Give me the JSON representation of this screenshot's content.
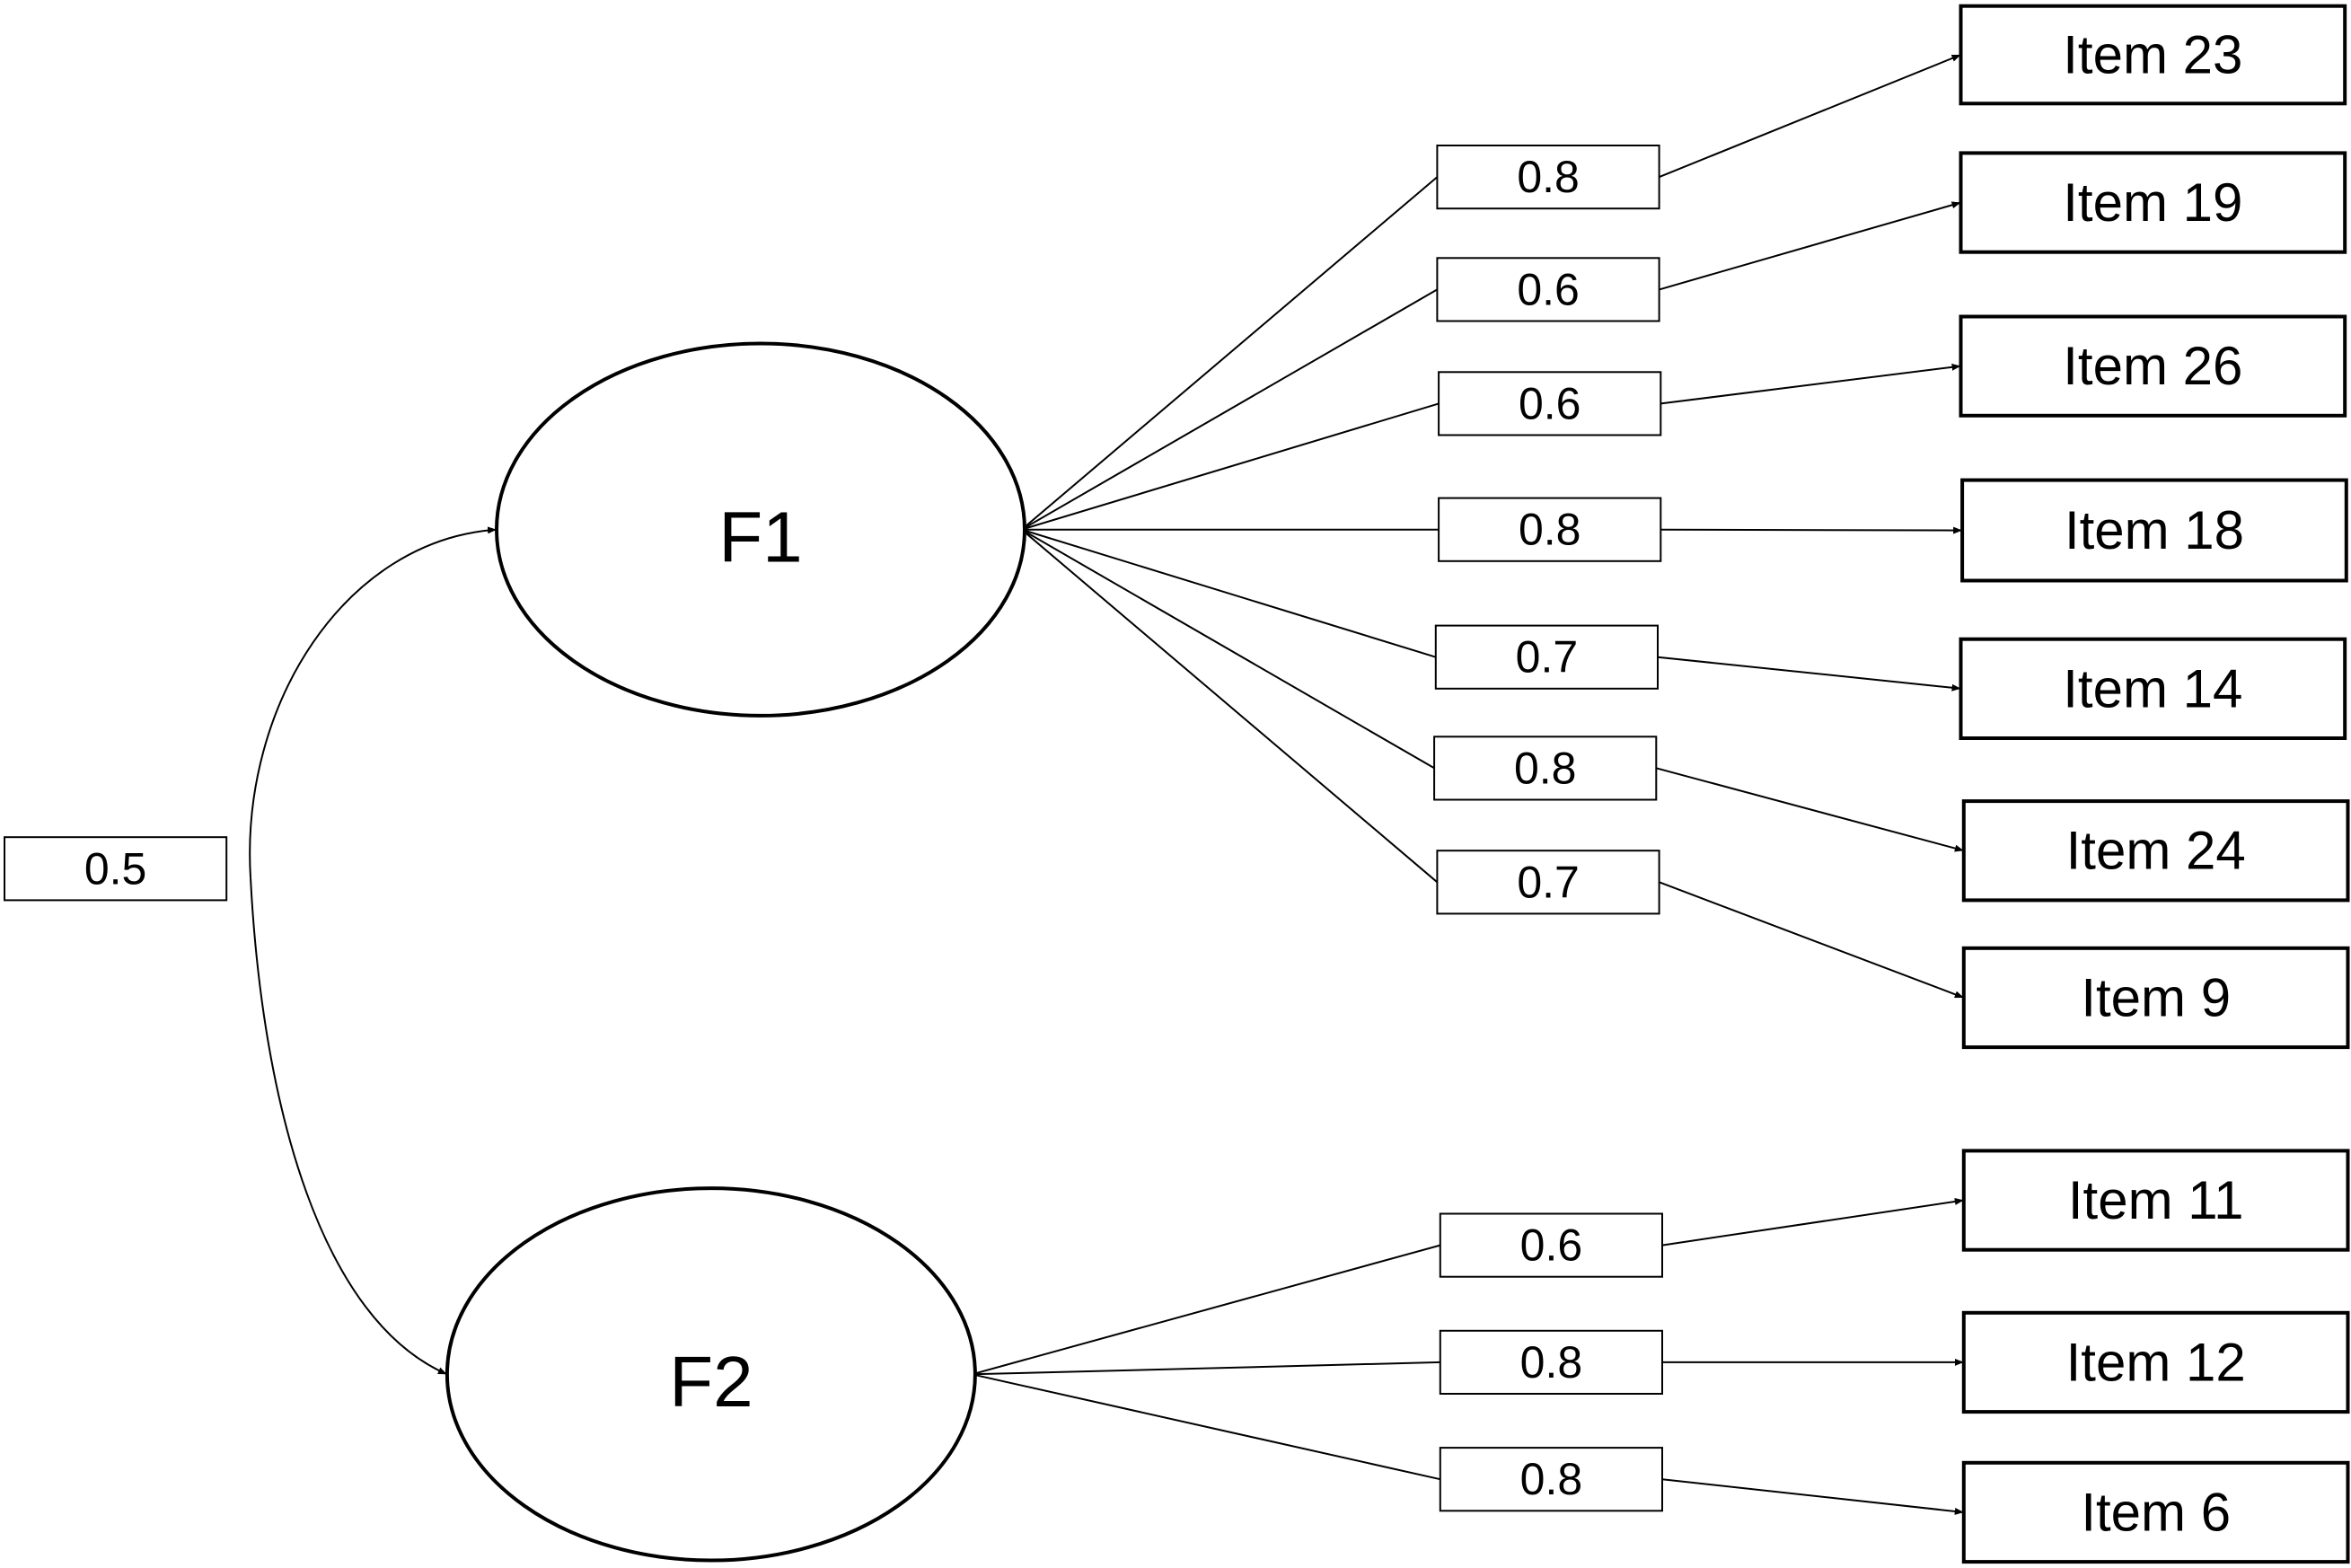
{
  "diagram": {
    "correlation": {
      "from": "F1",
      "to": "F2",
      "value": "0.5"
    },
    "factors": [
      {
        "id": "F1",
        "label": "F1",
        "paths": [
          {
            "loading": "0.8",
            "item": "Item 23"
          },
          {
            "loading": "0.6",
            "item": "Item 19"
          },
          {
            "loading": "0.6",
            "item": "Item 26"
          },
          {
            "loading": "0.8",
            "item": "Item 18"
          },
          {
            "loading": "0.7",
            "item": "Item 14"
          },
          {
            "loading": "0.8",
            "item": "Item 24"
          },
          {
            "loading": "0.7",
            "item": "Item 9"
          }
        ]
      },
      {
        "id": "F2",
        "label": "F2",
        "paths": [
          {
            "loading": "0.6",
            "item": "Item 11"
          },
          {
            "loading": "0.8",
            "item": "Item 12"
          },
          {
            "loading": "0.8",
            "item": "Item 6"
          }
        ]
      }
    ]
  }
}
